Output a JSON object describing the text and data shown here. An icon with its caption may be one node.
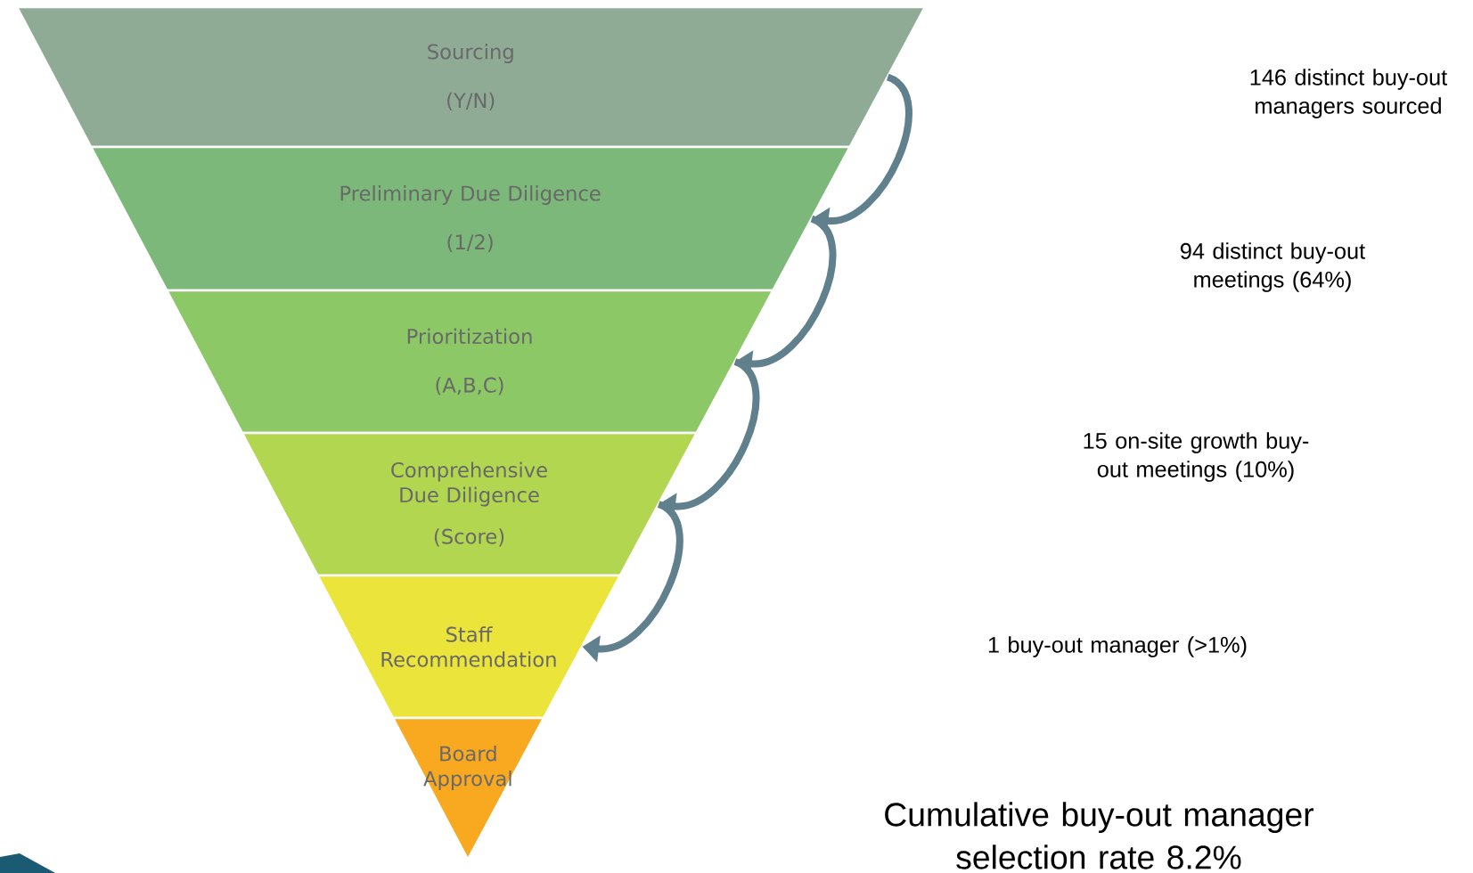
{
  "diagram": {
    "nodes": [
      {
        "text": [
          "Sourcing",
          "(Y/N)"
        ]
      },
      {
        "text": [
          "Preliminary Due Diligence",
          "(1/2)"
        ]
      },
      {
        "text": [
          "Prioritization",
          "(A,B,C)"
        ]
      },
      {
        "text": [
          "Comprehensive Due Diligence",
          "(Score)"
        ]
      },
      {
        "text": [
          "Staff Recommendation"
        ]
      },
      {
        "text": [
          "Board Approval"
        ]
      }
    ],
    "edges": [
      {
        "from": 0,
        "to": 1,
        "arrow": "to"
      },
      {
        "from": 1,
        "to": 2,
        "arrow": "to"
      },
      {
        "from": 2,
        "to": 3,
        "arrow": "to"
      },
      {
        "from": 3,
        "to": 4,
        "arrow": "to"
      }
    ],
    "labels": [
      "146 distinct buy-out managers sourced",
      "94 distinct buy-out meetings (64%)",
      "15 on-site growth buy-out meetings (10%)",
      "1 buy-out manager (>1%)",
      "Cumulative buy-out manager selection rate 8.2%"
    ]
  }
}
